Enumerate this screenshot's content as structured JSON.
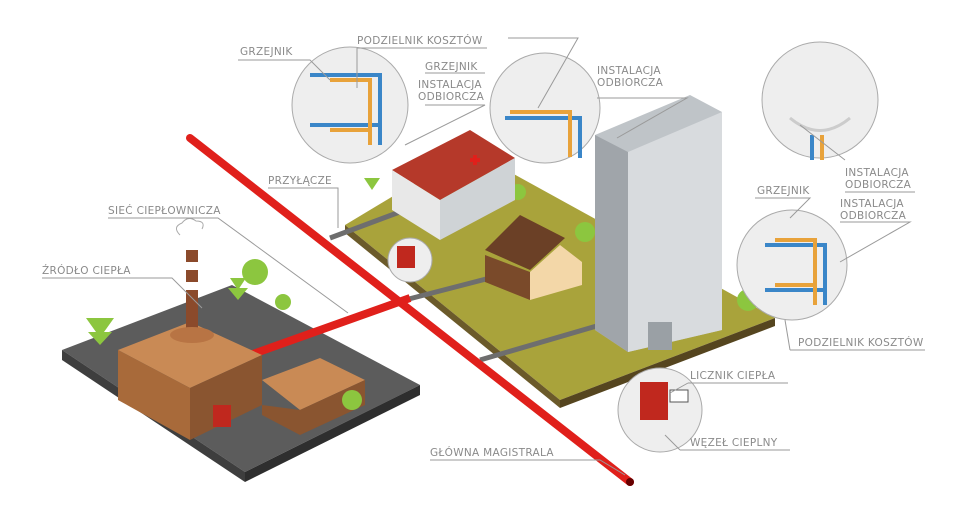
{
  "labels": {
    "grzejnik_1": "GRZEJNIK",
    "podzielnik_1": "PODZIELNIK KOSZTÓW",
    "grzejnik_2": "GRZEJNIK",
    "instalacja_1a": "INSTALACJA",
    "instalacja_1b": "ODBIORCZA",
    "instalacja_2a": "INSTALACJA",
    "instalacja_2b": "ODBIORCZA",
    "przylacze": "PRZYŁĄCZE",
    "siec": "SIEĆ CIEPŁOWNICZA",
    "zrodlo": "ŹRÓDŁO CIEPŁA",
    "instalacja_3a": "INSTALACJA",
    "instalacja_3b": "ODBIORCZA",
    "grzejnik_3": "GRZEJNIK",
    "instalacja_4a": "INSTALACJA",
    "instalacja_4b": "ODBIORCZA",
    "podzielnik_2": "PODZIELNIK KOSZTÓW",
    "licznik": "LICZNIK CIEPŁA",
    "wezel": "WĘZEŁ CIEPLNY",
    "magistrala": "GŁÓWNA MAGISTRALA"
  },
  "colors": {
    "main_pipe": "#e0201b",
    "service_pipe": "#6e6e6e",
    "ground_plant": "#5a5a5a",
    "ground_city": "#a8a23a",
    "supply": "#e8a23a",
    "return": "#3a86c8"
  }
}
